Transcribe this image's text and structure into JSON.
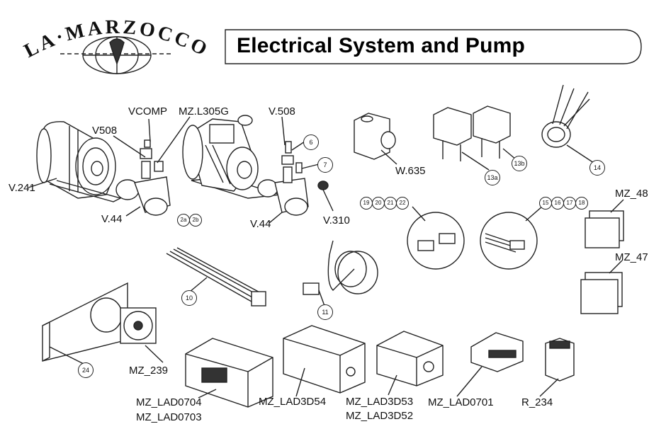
{
  "brand": {
    "name": "LA·MARZOCCO"
  },
  "title": "Electrical System and Pump",
  "labels": {
    "vcomp": "VCOMP",
    "mzl305g": "MZ.L305G",
    "v508a": "V508",
    "v508b": "V.508",
    "v241": "V.241",
    "v44a": "V.44",
    "v44b": "V.44",
    "v310": "V.310",
    "w635": "W.635",
    "mz48": "MZ_48",
    "mz47": "MZ_47",
    "mz239": "MZ_239",
    "lad0704": "MZ_LAD0704",
    "lad0703": "MZ_LAD0703",
    "lad3d54": "MZ_LAD3D54",
    "lad3d53": "MZ_LAD3D53",
    "lad3d52": "MZ_LAD3D52",
    "lad0701": "MZ_LAD0701",
    "r234": "R_234"
  },
  "callouts": {
    "c6": "6",
    "c7": "7",
    "c2a": "2a",
    "c2b": "2b",
    "c10": "10",
    "c11": "11",
    "c13a": "13a",
    "c13b": "13b",
    "c14": "14",
    "c15": "15",
    "c16": "16",
    "c17": "17",
    "c18": "18",
    "c19": "19",
    "c20": "20",
    "c21": "21",
    "c22": "22",
    "c24": "24"
  }
}
